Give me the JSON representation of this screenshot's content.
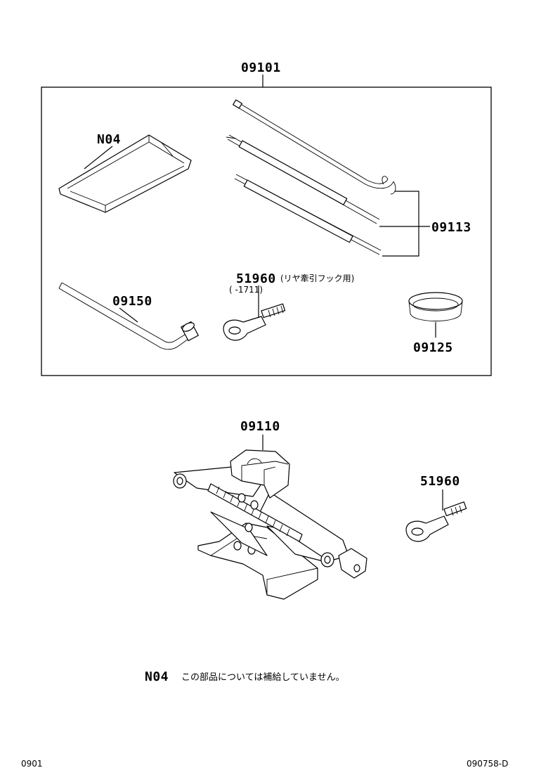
{
  "group_label": "09101",
  "parts": {
    "n04": "N04",
    "p09113": "09113",
    "p51960_kit": "51960",
    "p51960_kit_note": "(リヤ牽引フック用)",
    "p51960_kit_range": "(     -1711)",
    "p09150": "09150",
    "p09125": "09125",
    "p09110": "09110",
    "p51960_jack": "51960"
  },
  "footnote": {
    "code": "N04",
    "text": "この部品については補給していません。"
  },
  "footer": {
    "left": "0901",
    "right": "090758-D"
  }
}
